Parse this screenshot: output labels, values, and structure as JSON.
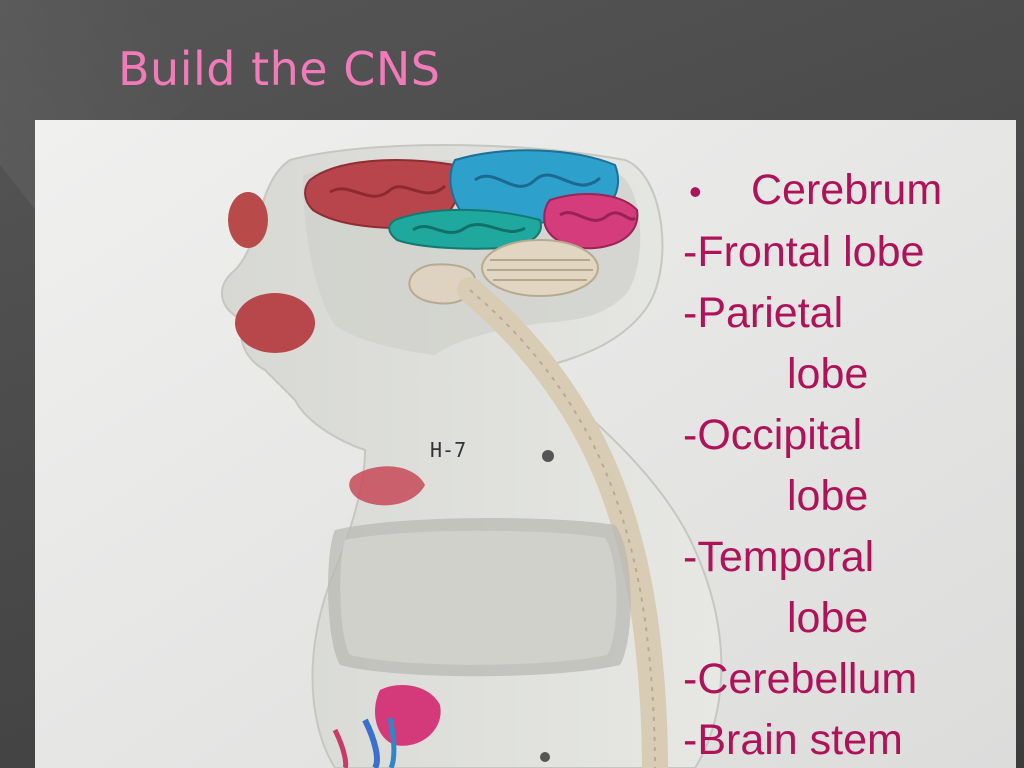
{
  "slide": {
    "title": "Build the CNS"
  },
  "photo": {
    "model_label": "H-7"
  },
  "content": {
    "bullet_symbol": "•",
    "heading": "Cerebrum",
    "items": [
      "-Frontal lobe",
      "-Parietal",
      "lobe",
      "-Occipital",
      "lobe",
      "-Temporal",
      "lobe",
      "-Cerebellum",
      "-Brain stem"
    ]
  },
  "colors": {
    "title": "#f07bb8",
    "body_text": "#b0125a",
    "background": "#4a4a4a"
  }
}
